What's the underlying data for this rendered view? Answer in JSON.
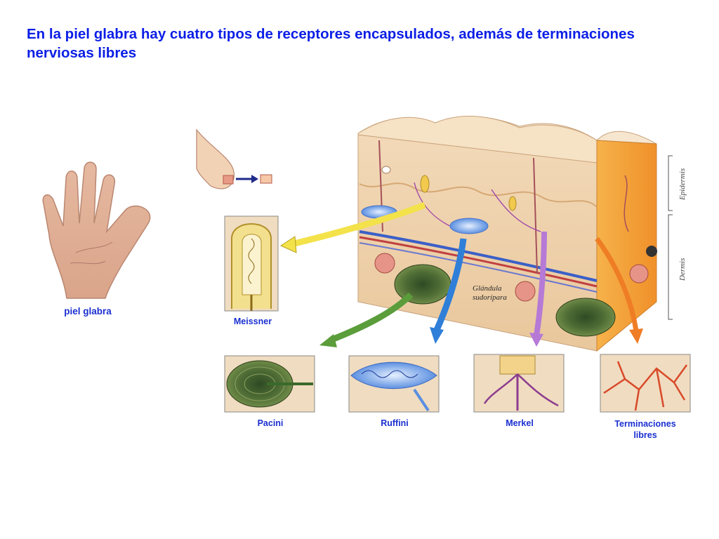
{
  "title": "En la piel glabra hay cuatro tipos de receptores encapsulados, además de terminaciones nerviosas libres",
  "hand_caption": "piel glabra",
  "diagram": {
    "epidermis_label": "Epidermis",
    "dermis_label": "Dermis",
    "gland_label_line1": "Glándula",
    "gland_label_line2": "sudorípara"
  },
  "receptors": {
    "meissner": "Meissner",
    "pacini": "Pacini",
    "ruffini": "Ruffini",
    "merkel": "Merkel",
    "libres_line1": "Terminaciones",
    "libres_line2": "libres"
  },
  "colors": {
    "title": "#0b1ee6",
    "caption": "#1a2fd0",
    "arrow_meissner": "#f3e24a",
    "arrow_pacini": "#5a9d3a",
    "arrow_ruffini": "#2f7fd8",
    "arrow_merkel": "#b67ad6",
    "arrow_libres": "#ef7d25"
  }
}
